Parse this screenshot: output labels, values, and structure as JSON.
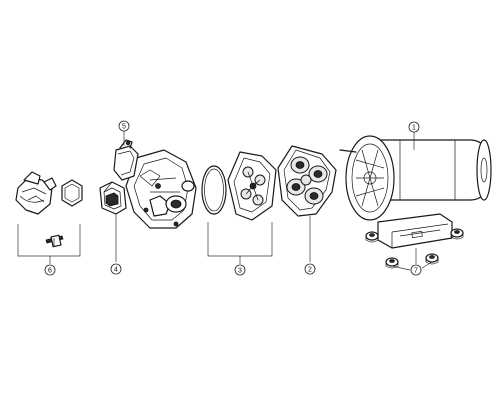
{
  "callouts": {
    "c1": "1",
    "c2": "2",
    "c3": "3",
    "c4": "4",
    "c5": "5",
    "c6": "6",
    "c7": "7"
  },
  "colors": {
    "line": "#1a1a1a",
    "shade": "#e8e8e8",
    "dark": "#2a2a2a",
    "background": "#ffffff"
  }
}
